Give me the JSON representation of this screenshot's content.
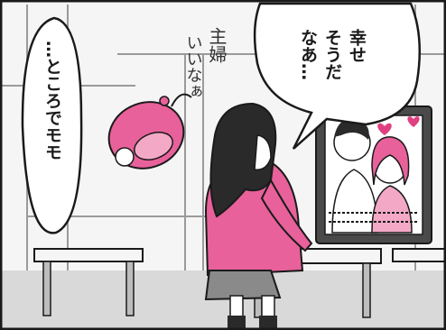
{
  "comic_panel": {
    "speech_right": "幸せそうだなあ…",
    "speech_right_columns": [
      "幸せ",
      "そうだ",
      "なあ…"
    ],
    "speech_left": "…ところでモモ",
    "handwritten_note": "主婦いいなぁ",
    "handwritten_columns": [
      "主婦",
      "いいなぁ"
    ],
    "colors": {
      "pink": "#e8619a",
      "pink_light": "#f3a9c6",
      "hair": "#2a2a2a",
      "outline": "#1a1a1a",
      "wall_gray": "#d7d7d7",
      "floor_gray": "#c9c9c9",
      "heart": "#e0407f"
    }
  }
}
